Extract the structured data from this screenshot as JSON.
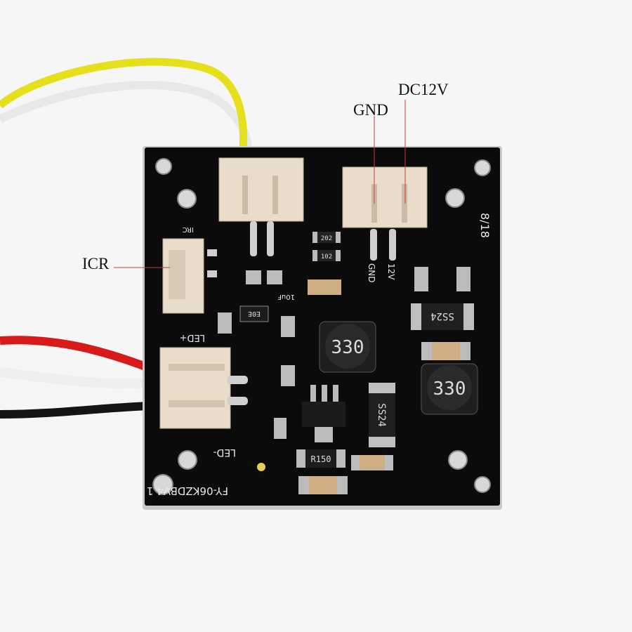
{
  "annotations": {
    "dc12v": "DC12V",
    "gnd": "GND",
    "icr": "ICR"
  },
  "silkscreen": {
    "model": "FY-06KZDBV4.1",
    "led_plus": "LED+",
    "led_minus": "LED-",
    "irc": "IRC",
    "pin_gnd": "GND",
    "pin_12v": "12V",
    "date": "8/18",
    "cap_label": "10uF",
    "inductor1": "330",
    "inductor2": "330",
    "diode1": "SS24",
    "diode2": "SS24",
    "resistor_r150": "R150",
    "resistor_202": "202",
    "resistor_102": "102",
    "transistor_e0e": "E0E"
  },
  "colors": {
    "board": "#0b0b0b",
    "connector": "#e9dccb",
    "wire_yellow": "#e6e01c",
    "wire_red": "#d81a1a",
    "wire_black": "#141414",
    "annotation_line": "#d23a3a"
  }
}
